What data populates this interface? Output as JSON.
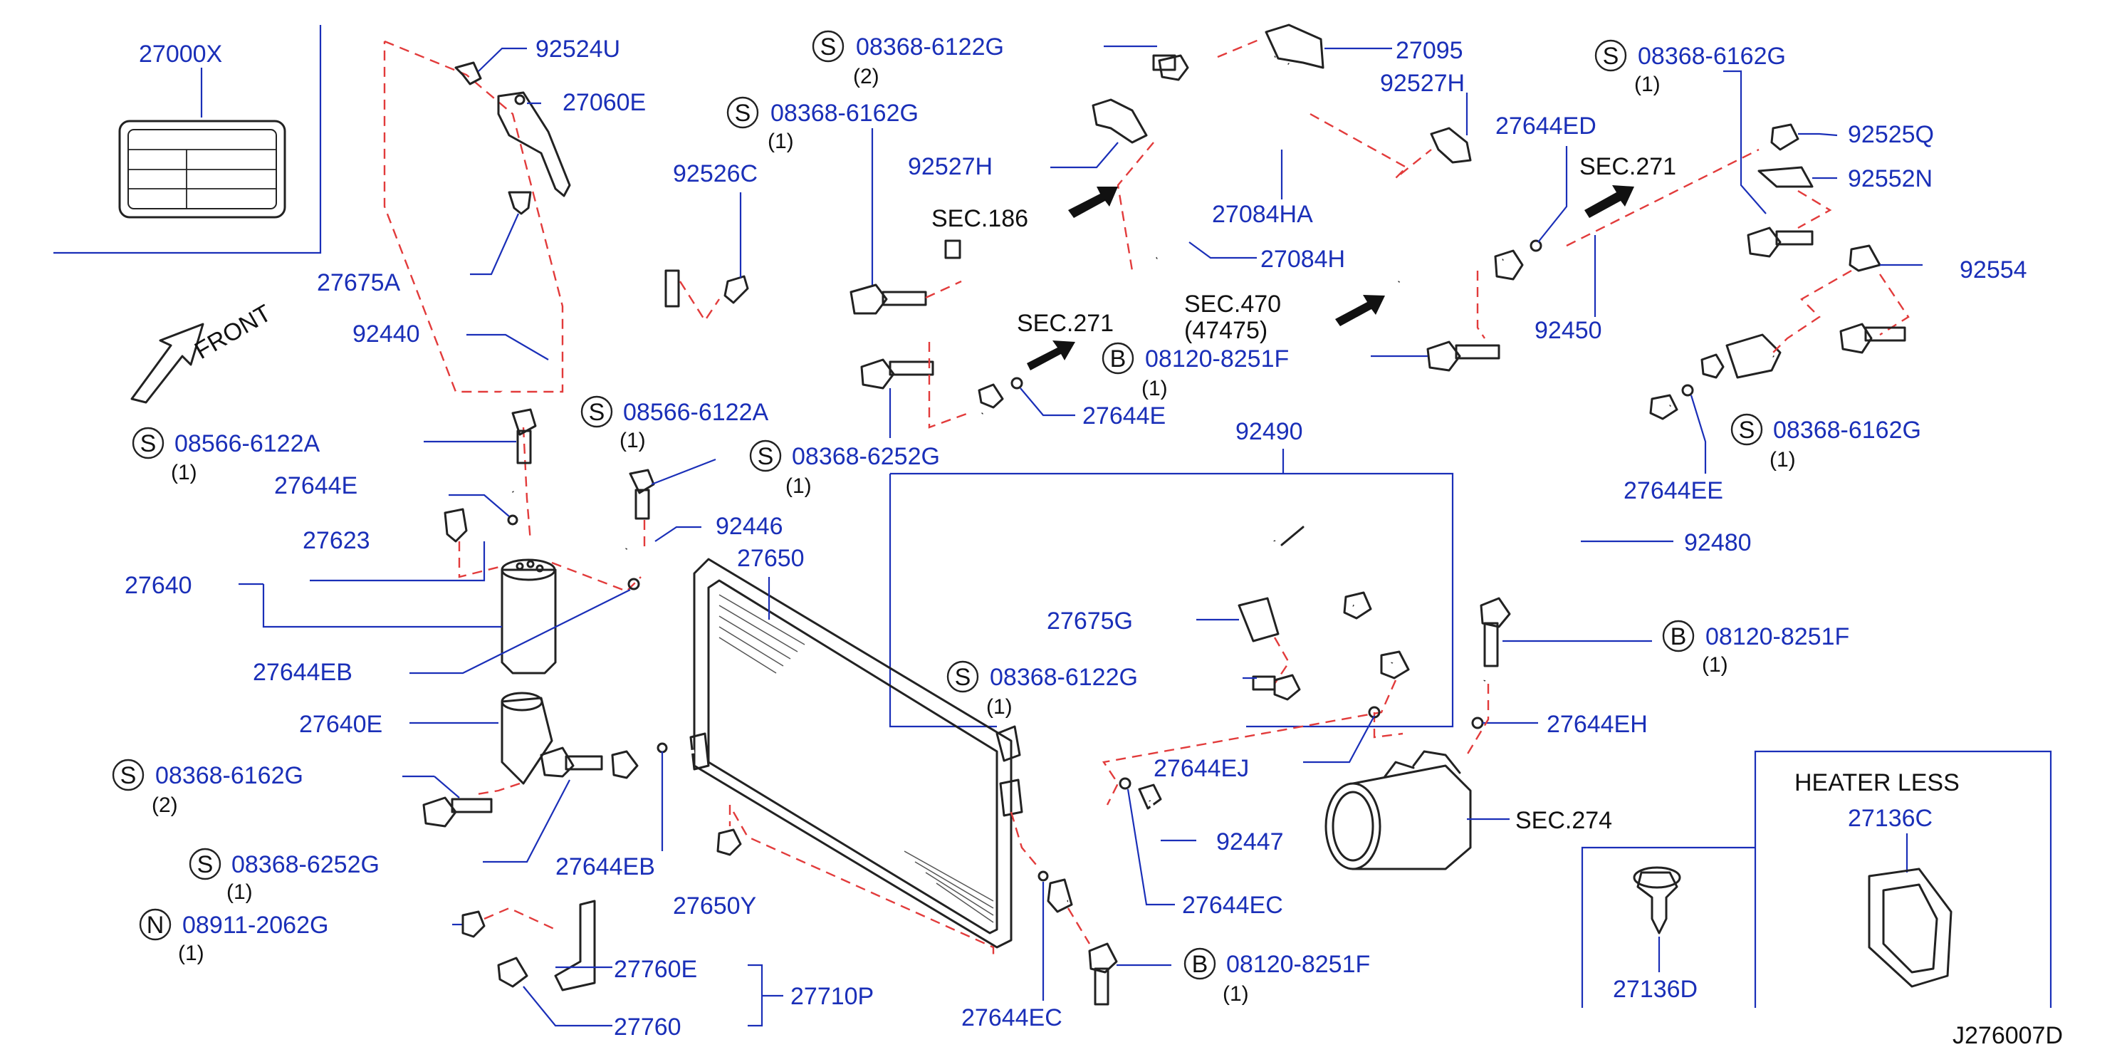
{
  "labels": {
    "p27000X": "27000X",
    "p92524U": "92524U",
    "p27060E": "27060E",
    "p27675A": "27675A",
    "p92440": "92440",
    "p08566A": "08566-6122A",
    "p08566A_qty": "(1)",
    "p27644E_l": "27644E",
    "p27623": "27623",
    "p27640": "27640",
    "p27644EB_l": "27644EB",
    "p27640E": "27640E",
    "p08368_6162G_l": "08368-6162G",
    "p08368_6162G_l_qty": "(2)",
    "p08368_6252G_l": "08368-6252G",
    "p08368_6252G_l_qty": "(1)",
    "p08911": "08911-2062G",
    "p08911_qty": "(1)",
    "p27760E": "27760E",
    "p27760": "27760",
    "p27710P": "27710P",
    "p08566B": "08566-6122A",
    "p08566B_qty": "(1)",
    "p92446": "92446",
    "p27650": "27650",
    "p27644EB_b": "27644EB",
    "p27650Y": "27650Y",
    "p92526C": "92526C",
    "p08368_6162G_t": "08368-6162G",
    "p08368_6162G_t_qty": "(1)",
    "p08368_6122G_t": "08368-6122G",
    "p08368_6122G_t_qty": "(2)",
    "p92527H_l": "92527H",
    "sec186": "SEC.186",
    "sec271_a": "SEC.271",
    "p08368_6252G_m": "08368-6252G",
    "p08368_6252G_m_qty": "(1)",
    "p27644E_m": "27644E",
    "p08120_m": "08120-8251F",
    "p08120_m_qty": "(1)",
    "p27095": "27095",
    "p92527H_r": "92527H",
    "p27084HA": "27084HA",
    "p27084H": "27084H",
    "sec470": "SEC.470",
    "sec470_sub": "(47475)",
    "p27644ED": "27644ED",
    "sec271_b": "SEC.271",
    "p08368_6162G_r1": "08368-6162G",
    "p08368_6162G_r1_qty": "(1)",
    "p92525Q": "92525Q",
    "p92552N": "92552N",
    "p92554": "92554",
    "p92450": "92450",
    "p08368_6162G_r2": "08368-6162G",
    "p08368_6162G_r2_qty": "(1)",
    "p27644EE": "27644EE",
    "p92480": "92480",
    "p08120_r": "08120-8251F",
    "p08120_r_qty": "(1)",
    "p27644EH": "27644EH",
    "p92490": "92490",
    "p27675G": "27675G",
    "p08368_6122G_m": "08368-6122G",
    "p08368_6122G_m_qty": "(1)",
    "p27644EJ": "27644EJ",
    "p92447": "92447",
    "p27644EC_r": "27644EC",
    "p27644EC_b": "27644EC",
    "p08120_b": "08120-8251F",
    "p08120_b_qty": "(1)",
    "sec274": "SEC.274",
    "heater_less": "HEATER   LESS",
    "p27136C": "27136C",
    "p27136D": "27136D",
    "drawing_no": "J276007D",
    "front": "FRONT"
  },
  "markers": {
    "s": "S",
    "b": "B",
    "n": "N"
  },
  "colors": {
    "label_blue": "#1a2fb8",
    "dash_red": "#e23b3b",
    "line_black": "#222222"
  }
}
